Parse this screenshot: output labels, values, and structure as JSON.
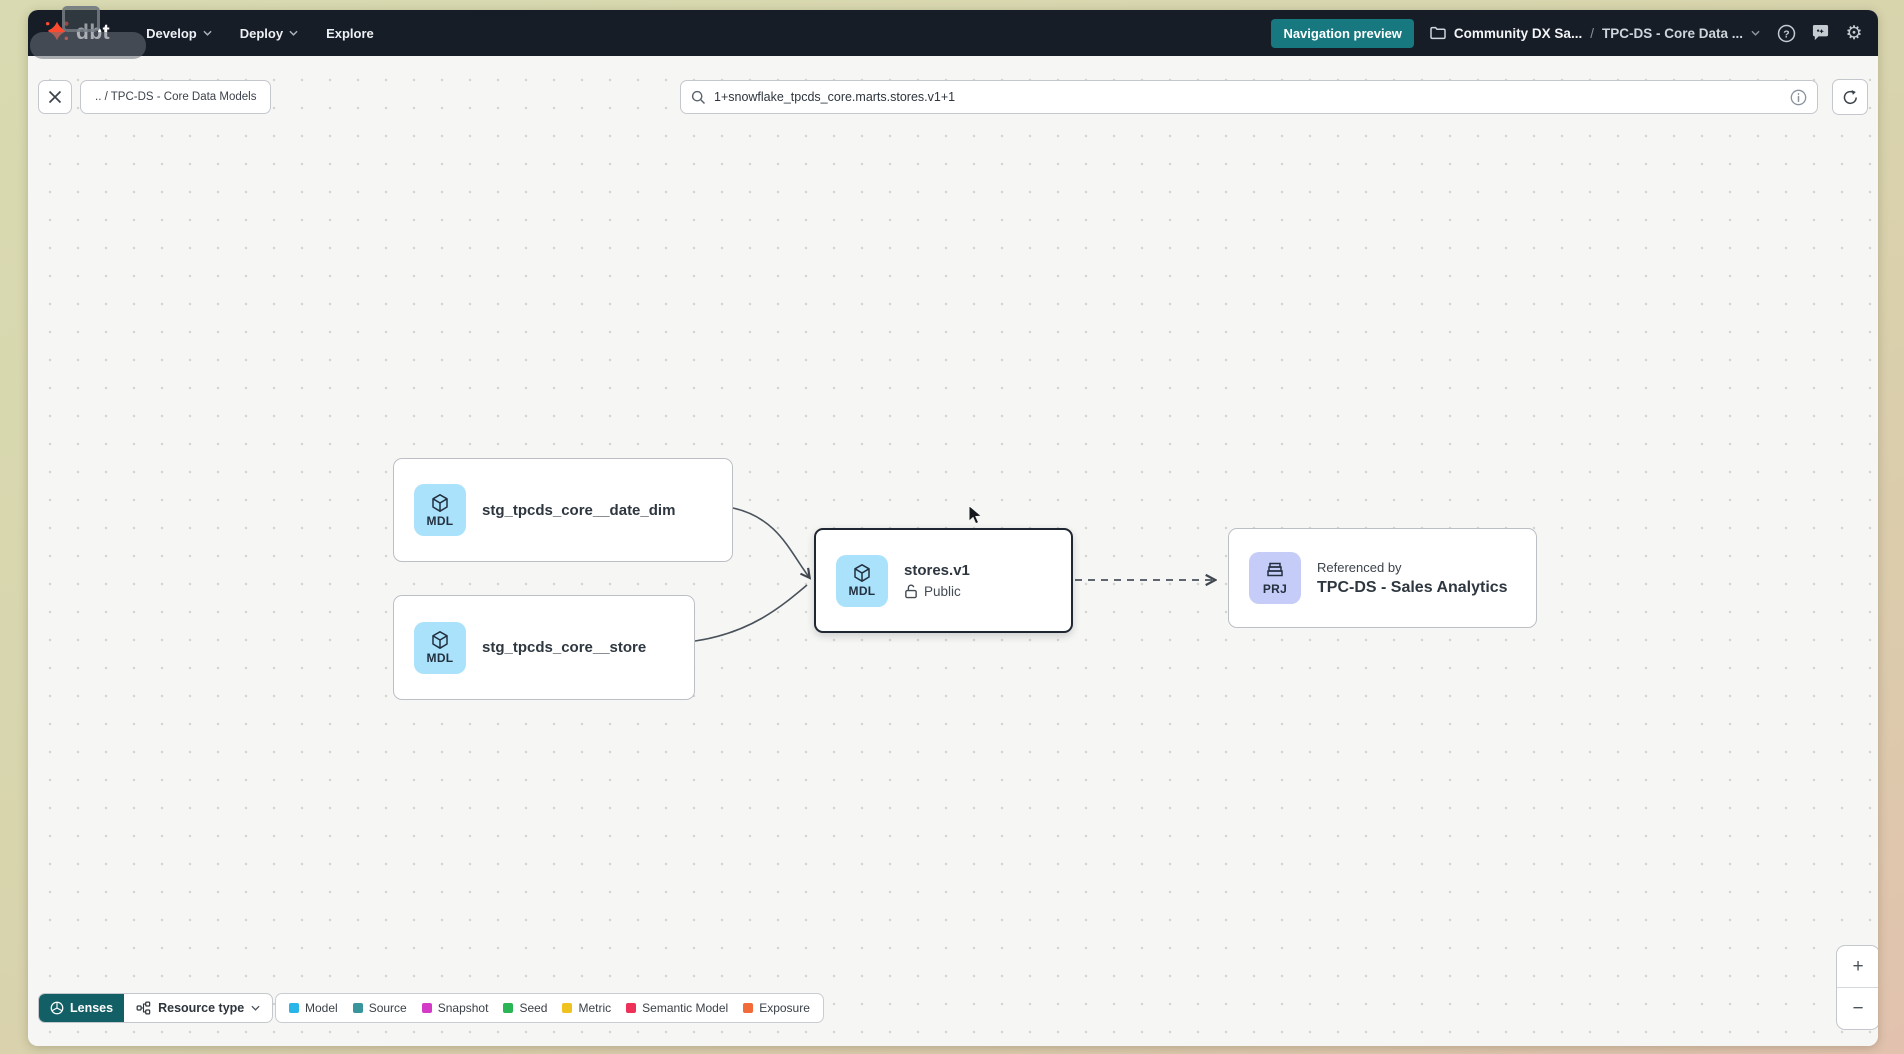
{
  "navbar": {
    "brand": "dbt",
    "menu": [
      {
        "label": "Develop"
      },
      {
        "label": "Deploy"
      },
      {
        "label": "Explore"
      }
    ],
    "preview_badge": "Navigation preview",
    "breadcrumb_project": "Community DX Sa...",
    "breadcrumb_sep": "/",
    "breadcrumb_page": "TPC-DS - Core Data ..."
  },
  "toolbar": {
    "breadcrumb_chip": ".. / TPC-DS - Core Data Models",
    "search_value": "1+snowflake_tpcds_core.marts.stores.v1+1"
  },
  "graph": {
    "nodes": [
      {
        "badge": "MDL",
        "badge_color": "#a9e2fa",
        "label": "stg_tpcds_core__date_dim"
      },
      {
        "badge": "MDL",
        "badge_color": "#a9e2fa",
        "label": "stg_tpcds_core__store"
      },
      {
        "badge": "MDL",
        "badge_color": "#a9e2fa",
        "label": "stores.v1",
        "visibility": "Public"
      },
      {
        "badge": "PRJ",
        "badge_color": "#c6ccf8",
        "kicker": "Referenced by",
        "label": "TPC-DS - Sales Analytics"
      }
    ]
  },
  "footer": {
    "lenses": "Lenses",
    "resource_type": "Resource type",
    "legend": [
      {
        "label": "Model",
        "color": "#29b5e8"
      },
      {
        "label": "Source",
        "color": "#38959b"
      },
      {
        "label": "Snapshot",
        "color": "#d33bc7"
      },
      {
        "label": "Seed",
        "color": "#2bb656"
      },
      {
        "label": "Metric",
        "color": "#efc21f"
      },
      {
        "label": "Semantic Model",
        "color": "#ee3158"
      },
      {
        "label": "Exposure",
        "color": "#f2693a"
      }
    ]
  },
  "zoom": {
    "zoom_in": "+",
    "zoom_out": "−"
  }
}
